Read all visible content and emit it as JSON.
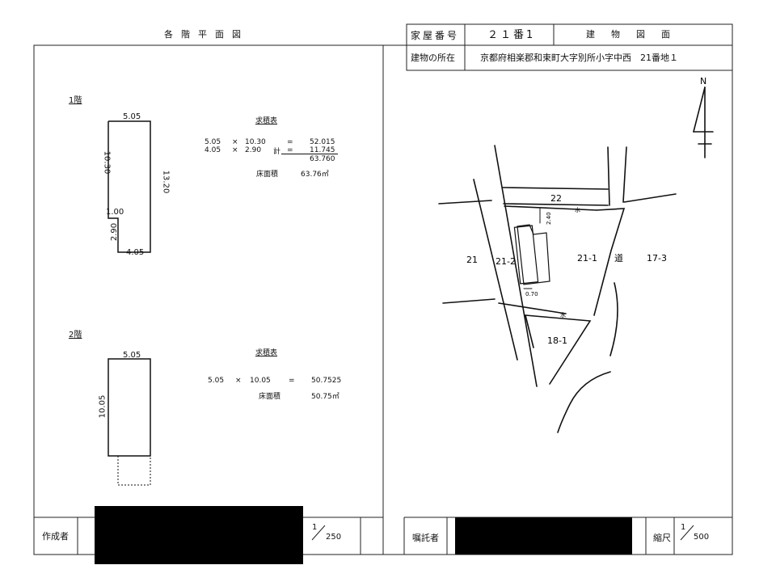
{
  "header": {
    "left_title": "各階平面図",
    "house_number_label": "家屋番号",
    "house_number_value": "２１番1",
    "right_title": "建物図面",
    "location_label": "建物の所在",
    "location_value": "京都府相楽郡和束町大字別所小字中西　21番地１"
  },
  "floor1": {
    "label": "1階",
    "dims": {
      "top": "5.05",
      "left": "10.30",
      "right": "13.20",
      "step_h": "1.00",
      "lower_left": "2.90",
      "bottom": "4.05"
    },
    "calc": {
      "title": "求積表",
      "rows": [
        {
          "a": "5.05",
          "op": "×",
          "b": "10.30",
          "eq": "=",
          "result": "52.015"
        },
        {
          "a": "4.05",
          "op": "×",
          "b": "2.90",
          "eq": "=",
          "result": "11.745"
        }
      ],
      "total_label": "計",
      "total_value": "63.760",
      "area_label": "床面積",
      "area_value": "63.76㎡"
    }
  },
  "floor2": {
    "label": "2階",
    "dims": {
      "top": "5.05",
      "left": "10.05"
    },
    "calc": {
      "title": "求積表",
      "rows": [
        {
          "a": "5.05",
          "op": "×",
          "b": "10.05",
          "eq": "=",
          "result": "50.7525"
        }
      ],
      "area_label": "床面積",
      "area_value": "50.75㎡"
    }
  },
  "site_map": {
    "north": "N",
    "lots": [
      "22",
      "21",
      "21-2",
      "21-1",
      "道",
      "17-3",
      "18-1"
    ],
    "water": [
      "水",
      "水"
    ],
    "dims": {
      "setback": "2.40",
      "side": "0.70"
    }
  },
  "footer": {
    "author_label": "作成者",
    "scale_left_num": "1",
    "scale_left_den": "250",
    "commission_label": "嘱託者",
    "scale_label": "縮尺",
    "scale_right_num": "1",
    "scale_right_den": "500"
  }
}
